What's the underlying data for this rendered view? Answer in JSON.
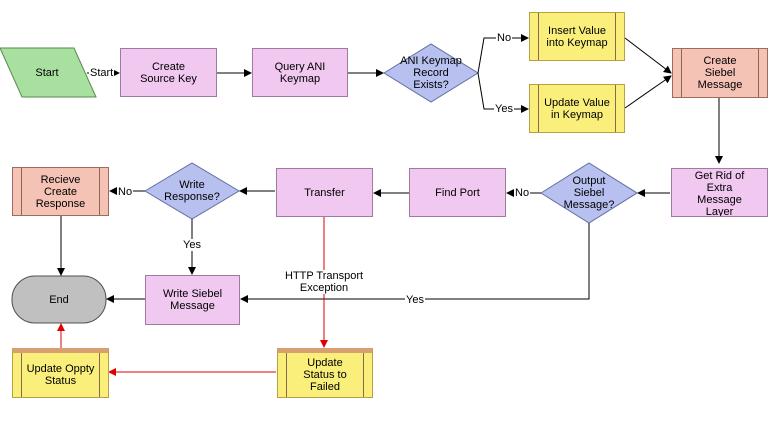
{
  "diagram": {
    "nodes": {
      "start": "Start",
      "create_source_key": "Create\nSource Key",
      "query_ani_keymap": "Query ANI\nKeymap",
      "ani_keymap_exists": "ANI Keymap\nRecord\nExists?",
      "insert_value": "Insert Value\ninto Keymap",
      "update_value": "Update Value\nin Keymap",
      "create_siebel_message": "Create\nSiebel\nMessage",
      "get_rid_of_layer": "Get Rid of\nExtra\nMessage\nLayer",
      "output_siebel_message": "Output\nSiebel\nMessage?",
      "find_port": "Find Port",
      "transfer": "Transfer",
      "write_response": "Write\nResponse?",
      "recieve_create_response": "Recieve\nCreate\nResponse",
      "end": "End",
      "write_siebel_message": "Write Siebel\nMessage",
      "update_status_failed": "Update\nStatus to\nFailed",
      "update_oppty_status": "Update Oppty\nStatus"
    },
    "edge_labels": {
      "start": "Start",
      "no_insert": "No",
      "yes_update": "Yes",
      "no_find_port": "No",
      "no_recieve": "No",
      "yes_write": "Yes",
      "yes_output": "Yes",
      "http_exception": "HTTP Transport\nException"
    },
    "colors": {
      "process": "#f0c8f0",
      "error_process": "#f5c2b6",
      "sub_process": "#f9ef7a",
      "decision": "#b8c0f0",
      "start": "#a8e0a0",
      "end": "#c0c0c0",
      "normal_edge": "#000000",
      "exception_edge": "#e00000"
    }
  }
}
